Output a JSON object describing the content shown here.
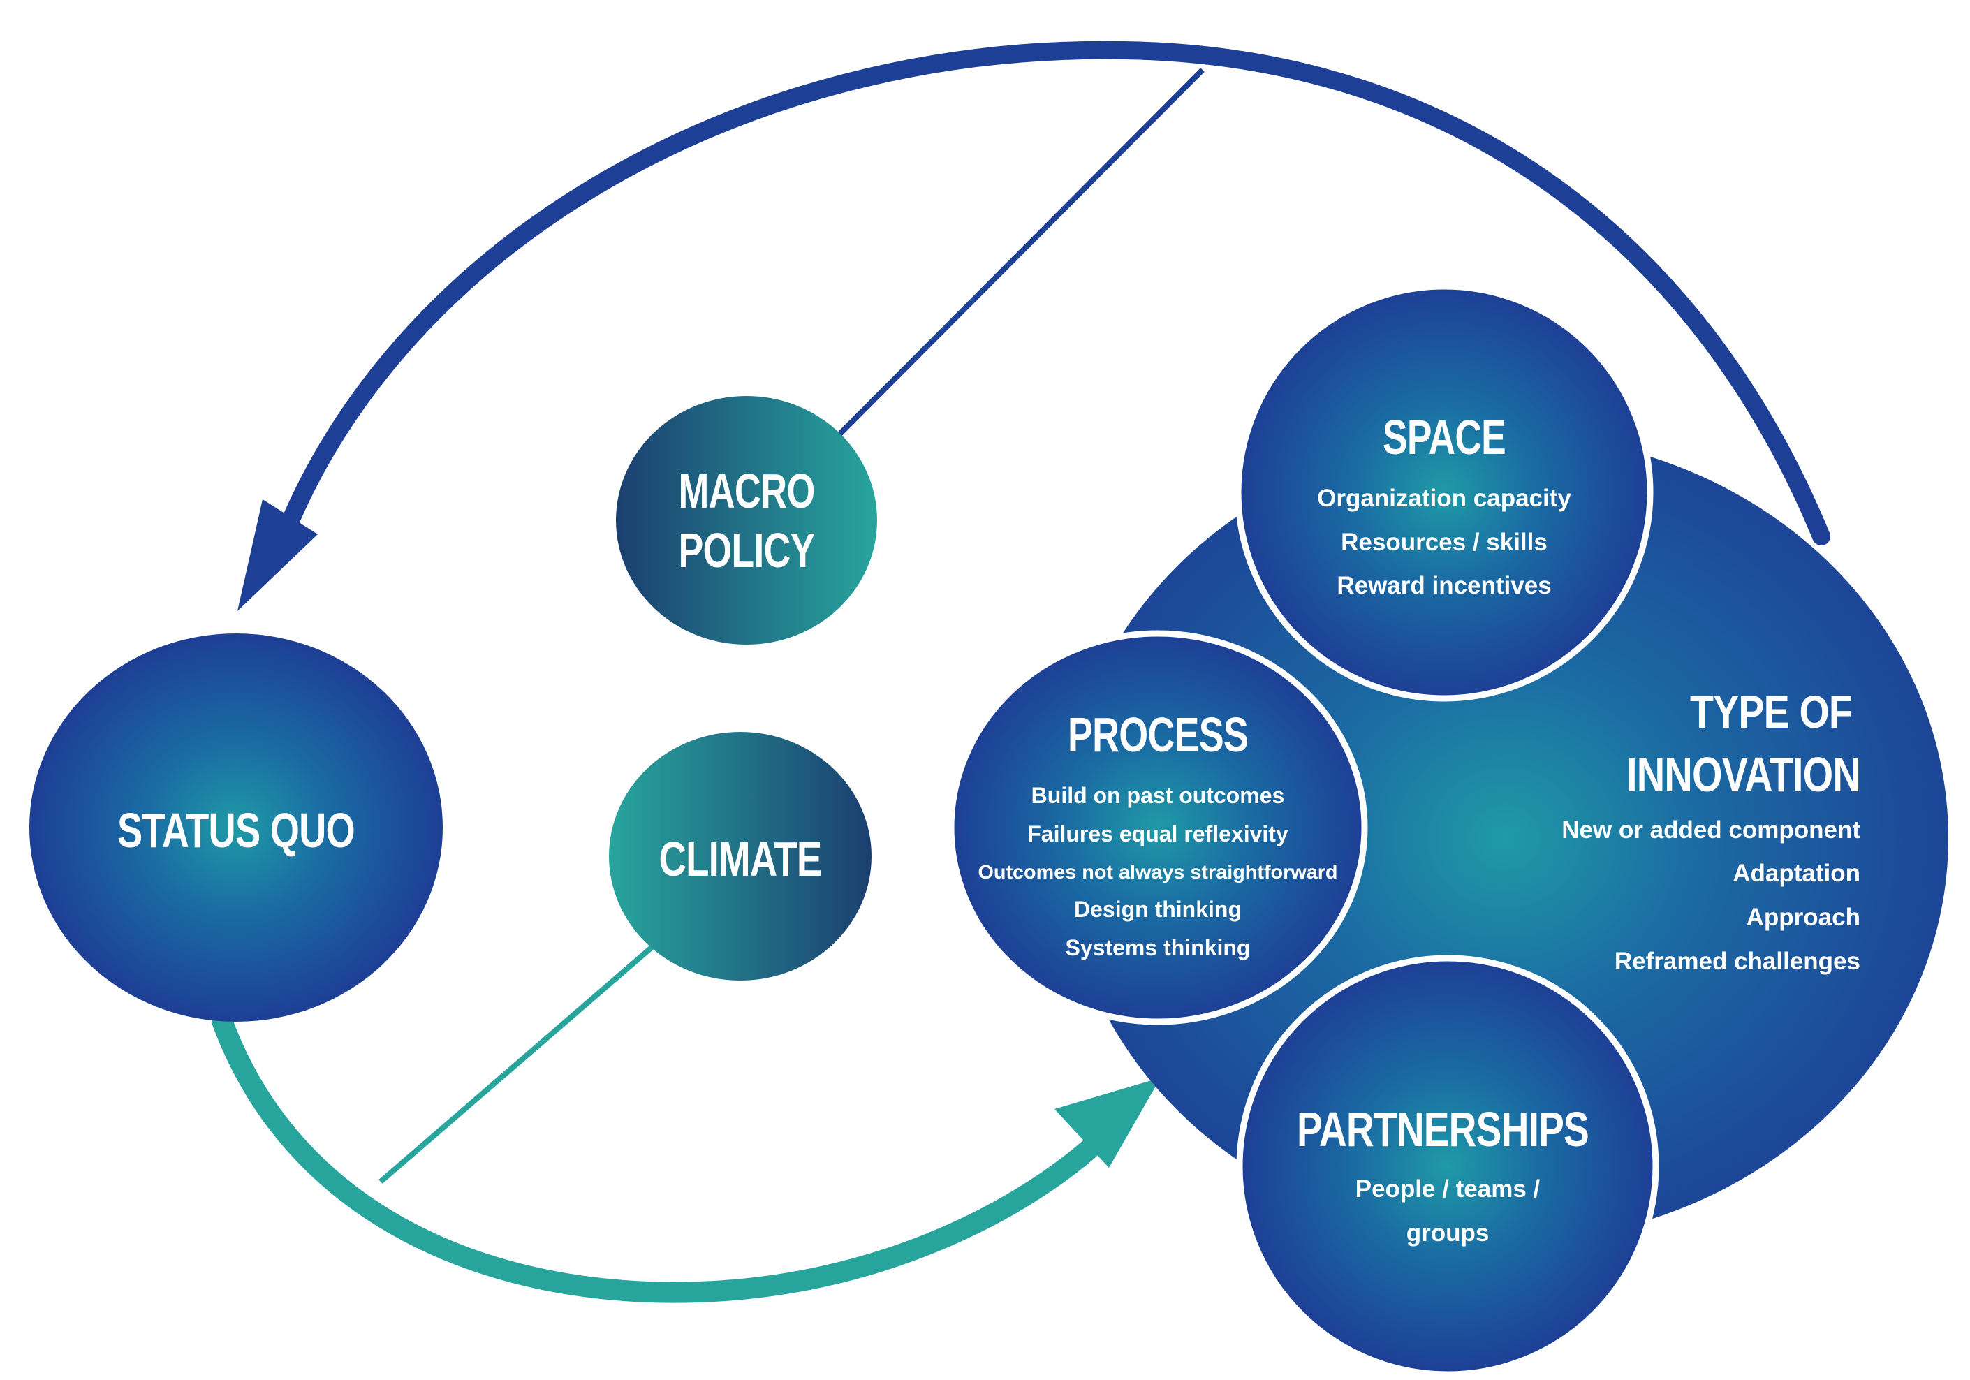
{
  "colors": {
    "navy": "#1d3f95",
    "teal": "#27a59d",
    "dark_blue": "#0f2d6c",
    "white": "#ffffff"
  },
  "nodes": {
    "status_quo": {
      "title": "STATUS QUO"
    },
    "macro_policy": {
      "title_line1": "MACRO",
      "title_line2": "POLICY"
    },
    "climate": {
      "title": "CLIMATE"
    },
    "space": {
      "title": "SPACE",
      "items": [
        "Organization capacity",
        "Resources / skills",
        "Reward incentives"
      ]
    },
    "process": {
      "title": "PROCESS",
      "items": [
        "Build on past outcomes",
        "Failures equal reflexivity",
        "Outcomes not always straightforward",
        "Design thinking",
        "Systems thinking"
      ]
    },
    "type_of_innovation": {
      "title_line1": "TYPE OF",
      "title_line2": "INNOVATION",
      "items": [
        "New or added component",
        "Adaptation",
        "Approach",
        "Reframed challenges"
      ]
    },
    "partnerships": {
      "title": "PARTNERSHIPS",
      "items": [
        "People / teams /",
        "groups"
      ]
    }
  }
}
